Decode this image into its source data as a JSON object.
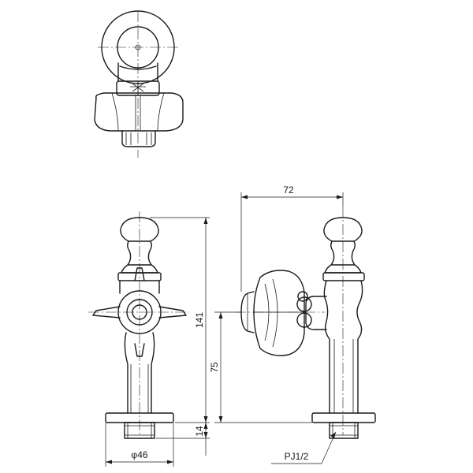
{
  "dimensions": {
    "width_72": "72",
    "height_141": "141",
    "height_75": "75",
    "height_14": "14",
    "diameter_46": "φ46",
    "thread_label": "PJ1/2"
  }
}
